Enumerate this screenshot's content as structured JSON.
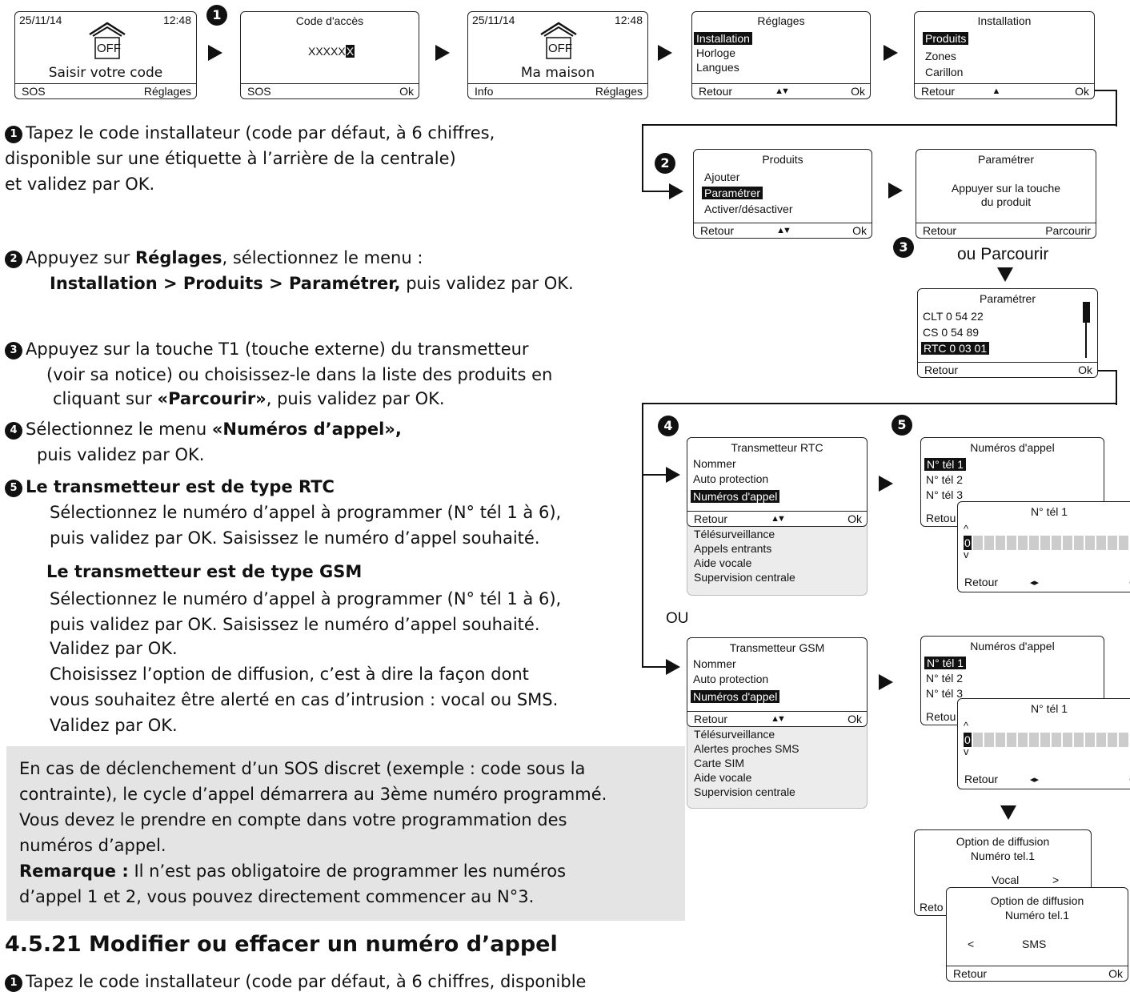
{
  "top_row": {
    "s1": {
      "date": "25/11/14",
      "time": "12:48",
      "state": "OFF",
      "msg": "Saisir votre code",
      "left": "SOS",
      "right": "Réglages"
    },
    "s2": {
      "title": "Code d'accès",
      "code": "XXXXX",
      "cursor": "X",
      "left": "SOS",
      "right": "Ok"
    },
    "s3": {
      "date": "25/11/14",
      "time": "12:48",
      "state": "OFF",
      "msg": "Ma maison",
      "left": "Info",
      "right": "Réglages"
    },
    "s4": {
      "title": "Réglages",
      "items": [
        "Installation",
        "Horloge",
        "Langues"
      ],
      "left": "Retour",
      "mid": "▲▼",
      "right": "Ok"
    },
    "s5": {
      "title": "Installation",
      "items": [
        "Produits",
        "Zones",
        "Carillon"
      ],
      "left": "Retour",
      "mid": "▲",
      "right": "Ok"
    }
  },
  "row2": {
    "produits": {
      "title": "Produits",
      "items": [
        "Ajouter",
        "Paramétrer",
        "Activer/désactiver"
      ],
      "left": "Retour",
      "mid": "▲▼",
      "right": "Ok"
    },
    "parametrer": {
      "title": "Paramétrer",
      "line1": "Appuyer sur la touche",
      "line2": "du produit",
      "left": "Retour",
      "right": "Parcourir"
    },
    "ou_parcourir": "ou Parcourir",
    "list": {
      "title": "Paramétrer",
      "items": [
        "CLT 0 54 22",
        "CS 0 54 89",
        "RTC 0 03 01"
      ],
      "left": "Retour",
      "right": "Ok"
    }
  },
  "rtc": {
    "menu": {
      "title": "Transmetteur RTC",
      "items": [
        "Nommer",
        "Auto protection",
        "Numéros d'appel"
      ],
      "left": "Retour",
      "mid": "▲▼",
      "right": "Ok",
      "more": [
        "Télésurveillance",
        "Appels entrants",
        "Aide vocale",
        "Supervision centrale"
      ]
    },
    "numeros": {
      "title": "Numéros d'appel",
      "items": [
        "N° tél 1",
        "N° tél 2",
        "N° tél 3"
      ],
      "left": "Retou"
    },
    "tel": {
      "title": "N° tél 1",
      "up": "^",
      "digit": "0",
      "down": "v",
      "left": "Retour",
      "mid": "◂▸",
      "right": "Ok"
    }
  },
  "ou": "OU",
  "gsm": {
    "menu": {
      "title": "Transmetteur GSM",
      "items": [
        "Nommer",
        "Auto protection",
        "Numéros d'appel"
      ],
      "left": "Retour",
      "mid": "▲▼",
      "right": "Ok",
      "more": [
        "Télésurveillance",
        "Alertes proches SMS",
        "Carte SIM",
        "Aide vocale",
        "Supervision centrale"
      ]
    },
    "numeros": {
      "title": "Numéros d'appel",
      "items": [
        "N° tél 1",
        "N° tél 2",
        "N° tél 3"
      ],
      "left": "Retou"
    },
    "tel": {
      "title": "N° tél 1",
      "up": "^",
      "digit": "0",
      "down": "v",
      "left": "Retour",
      "mid": "◂▸",
      "right": "Ok"
    },
    "opt1": {
      "title1": "Option de diffusion",
      "title2": "Numéro tel.1",
      "value": "Vocal",
      "next": ">",
      "left": "Reto"
    },
    "opt2": {
      "title1": "Option de diffusion",
      "title2": "Numéro tel.1",
      "prev": "<",
      "value": "SMS",
      "left": "Retour",
      "right": "Ok"
    }
  },
  "badges": {
    "b1": "1",
    "b2": "2",
    "b3": "3",
    "b4": "4",
    "b5": "5"
  },
  "steps": {
    "s1_line1": "Tapez le code installateur (code par défaut, à 6 chiffres,",
    "s1_line2": "disponible sur une étiquette à l’arrière de la centrale)",
    "s1_line3": "et validez par OK.",
    "s2_a": "Appuyez sur ",
    "s2_b": "Réglages",
    "s2_c": ", sélectionnez le menu :",
    "s2_d": "Installation > Produits > Paramétrer,",
    "s2_e": " puis validez par OK.",
    "s3_line1": "Appuyez sur la touche T1 (touche externe) du transmetteur",
    "s3_line2": "(voir sa notice) ou choisissez-le dans la liste des produits en",
    "s3_line3a": "cliquant sur ",
    "s3_line3b": "«Parcourir»",
    "s3_line3c": ", puis validez par OK.",
    "s4_a": "Sélectionnez le menu ",
    "s4_b": "«Numéros d’appel»,",
    "s4_line2": "puis validez par OK.",
    "s5_head": "Le transmetteur est de type RTC",
    "s5_l1": "Sélectionnez le numéro d’appel à programmer (N° tél 1 à 6),",
    "s5_l2": "puis validez par OK. Saisissez le numéro d’appel souhaité.",
    "s5_head2": "Le transmetteur est de type GSM",
    "s5_l3": "Sélectionnez le numéro d’appel à programmer (N° tél 1 à 6),",
    "s5_l4": "puis validez par OK. Saisissez le numéro d’appel souhaité.",
    "s5_l5": "Validez par OK.",
    "s5_l6": "Choisissez l’option de diffusion, c’est à dire la façon dont",
    "s5_l7": "vous souhaitez être alerté en cas d’intrusion : vocal ou SMS.",
    "s5_l8": "Validez par OK."
  },
  "note": {
    "l1": "En cas de déclenchement d’un SOS discret (exemple : code sous la",
    "l2": "contrainte), le cycle d’appel démarrera au 3ème numéro programmé.",
    "l3": "Vous devez le prendre en compte dans votre programmation des",
    "l4": "numéros d’appel.",
    "l5a": "Remarque :",
    "l5b": " Il n’est pas obligatoire de programmer les numéros",
    "l6": "d’appel 1 et 2, vous pouvez directement commencer au N°3."
  },
  "section": {
    "title": "4.5.21 Modifier ou effacer un numéro d’appel",
    "cut_text": "Tapez le code installateur (code par défaut, à 6 chiffres, disponible"
  }
}
